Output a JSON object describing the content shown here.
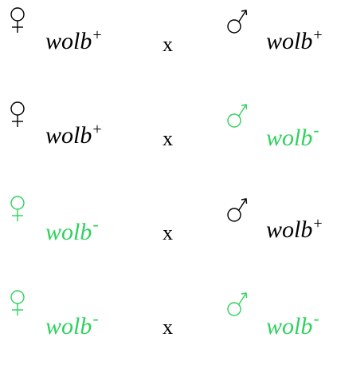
{
  "colors": {
    "wild_type": "#000000",
    "cured": "#2fd15e"
  },
  "crosses": [
    {
      "female": {
        "text": "wolb",
        "superscript": "+",
        "color": "#000000"
      },
      "cross_symbol": "x",
      "male": {
        "text": "wolb",
        "superscript": "+",
        "color": "#000000"
      }
    },
    {
      "female": {
        "text": "wolb",
        "superscript": "+",
        "color": "#000000"
      },
      "cross_symbol": "x",
      "male": {
        "text": "wolb",
        "superscript": "-",
        "color": "#2fd15e"
      }
    },
    {
      "female": {
        "text": "wolb",
        "superscript": "-",
        "color": "#2fd15e"
      },
      "cross_symbol": "x",
      "male": {
        "text": "wolb",
        "superscript": "+",
        "color": "#000000"
      }
    },
    {
      "female": {
        "text": "wolb",
        "superscript": "-",
        "color": "#2fd15e"
      },
      "cross_symbol": "x",
      "male": {
        "text": "wolb",
        "superscript": "-",
        "color": "#2fd15e"
      }
    }
  ],
  "icons": {
    "female": "female-symbol-icon",
    "male": "male-symbol-icon"
  }
}
